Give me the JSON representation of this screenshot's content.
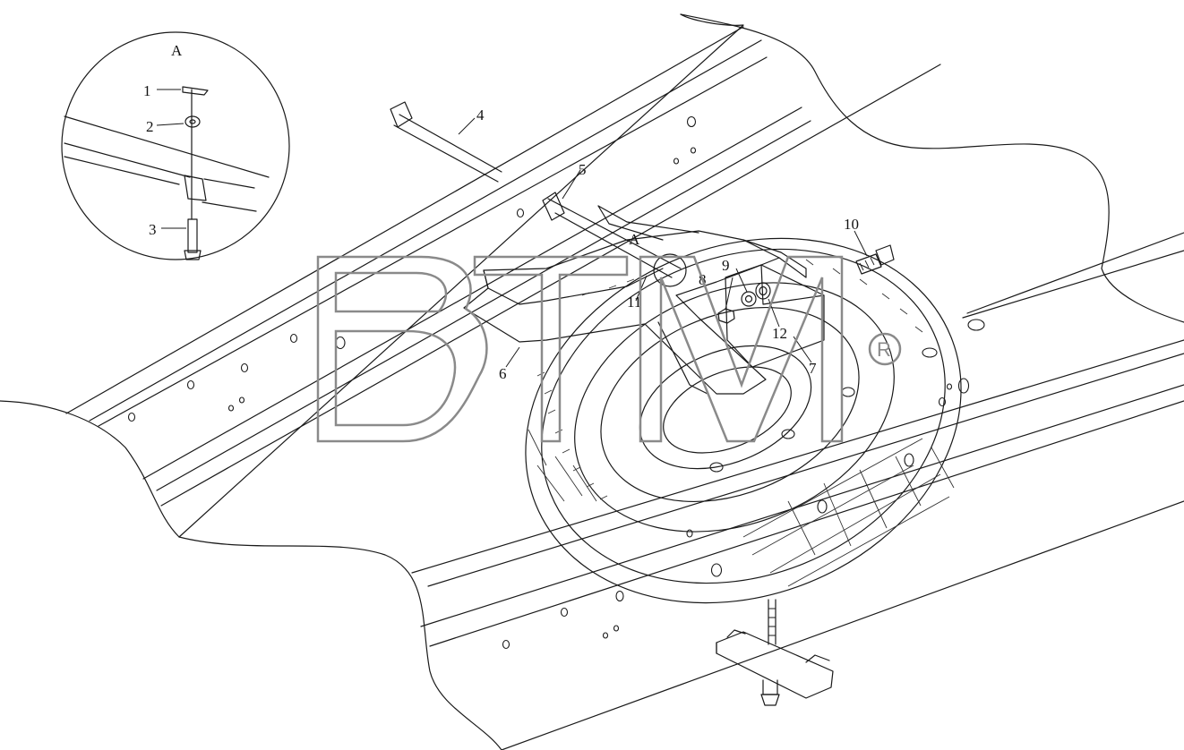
{
  "detail_view": {
    "label": "A"
  },
  "detail_marker": {
    "label": "A"
  },
  "callouts": {
    "c1": "1",
    "c2": "2",
    "c3": "3",
    "c4": "4",
    "c5": "5",
    "c6": "6",
    "c7": "7",
    "c8": "8",
    "c9": "9",
    "c10": "10",
    "c11": "11",
    "c12": "12"
  },
  "watermark": {
    "text": "BTM",
    "registered": "R"
  },
  "colors": {
    "line": "#1a1a1a",
    "background": "#ffffff",
    "watermark": "#8a8a8a"
  }
}
